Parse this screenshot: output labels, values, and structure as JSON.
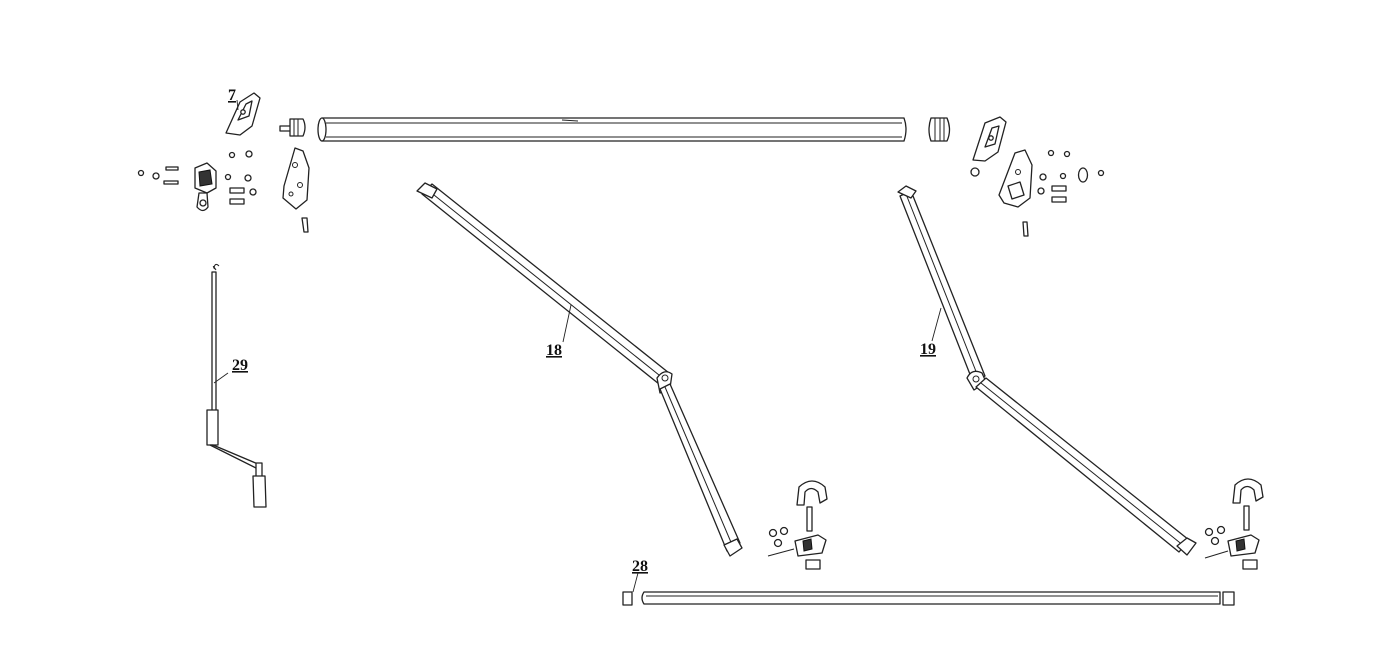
{
  "callouts": {
    "c7": "7",
    "c18": "18",
    "c19": "19",
    "c28": "28",
    "c29": "29"
  }
}
